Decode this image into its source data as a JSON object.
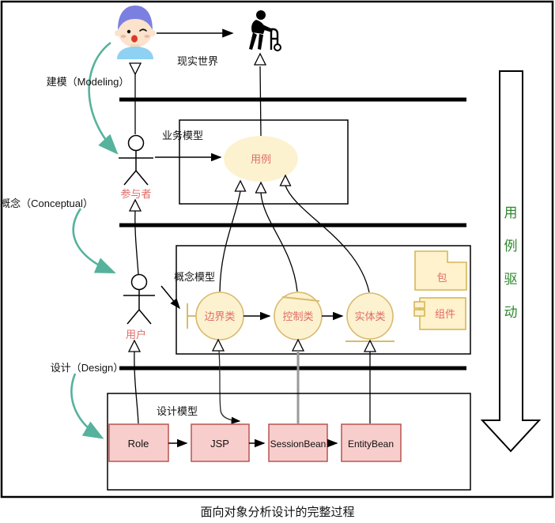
{
  "caption": "面向对象分析设计的完整过程",
  "phases": {
    "modeling": "建模（Modeling）",
    "conceptual": "概念（Conceptual）",
    "design": "设计（Design）"
  },
  "real_world": {
    "label": "现实世界"
  },
  "actors": {
    "participant": "参与者",
    "user": "用户"
  },
  "business_model": {
    "title": "业务模型",
    "use_case": "用例"
  },
  "conceptual_model": {
    "title": "概念模型",
    "boundary_class": "边界类",
    "control_class": "控制类",
    "entity_class": "实体类",
    "package": "包",
    "component": "组件"
  },
  "design_model": {
    "title": "设计模型",
    "boxes": [
      "Role",
      "JSP",
      "SessionBean",
      "EntityBean"
    ]
  },
  "big_arrow": {
    "label": "用例驱动",
    "chars": [
      "用",
      "例",
      "驱",
      "动"
    ]
  },
  "icons": {
    "avatar": "boy-avatar-icon",
    "elderly": "elderly-person-with-walker-icon"
  },
  "colors": {
    "teal_arrow": "#56b29c",
    "salmon_text": "#e06b65",
    "cream_fill": "#fdf2d0",
    "tan_stroke": "#d8ba6e",
    "pink_fill": "#f8cecc",
    "red_stroke": "#b85450",
    "yellow_fill": "#fff2cc",
    "yellow_stroke": "#d6b656",
    "green_text": "#2d882d",
    "gray_line": "#9a9a9a"
  }
}
